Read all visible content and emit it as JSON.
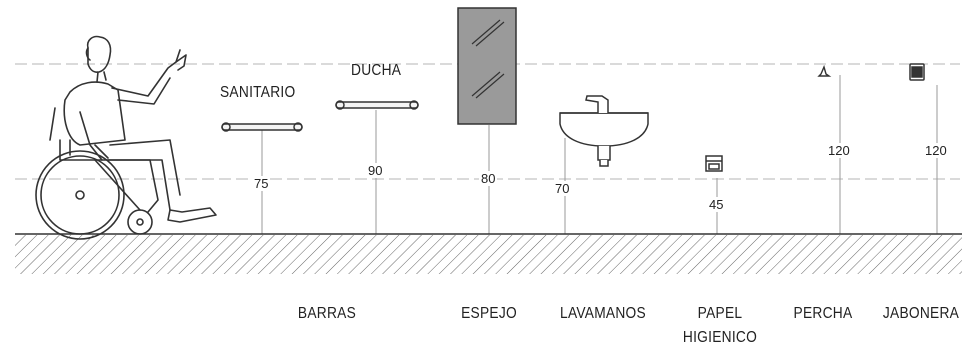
{
  "labels": {
    "sanitario": "SANITARIO",
    "ducha": "DUCHA"
  },
  "heights": {
    "sanitario": "75",
    "ducha": "90",
    "espejo": "80",
    "lavamanos": "70",
    "papel": "45",
    "percha": "120",
    "jabonera": "120"
  },
  "categories": {
    "barras": "BARRAS",
    "espejo": "ESPEJO",
    "lavamanos": "LAVAMANOS",
    "papel_line1": "PAPEL",
    "papel_line2": "HIGIENICO",
    "percha": "PERCHA",
    "jabonera": "JABONERA"
  },
  "colors": {
    "floor_hatch": "#555555",
    "mirror": "#9a9a9a",
    "guide_lines": "#b5b5b5",
    "ink": "#222222"
  }
}
